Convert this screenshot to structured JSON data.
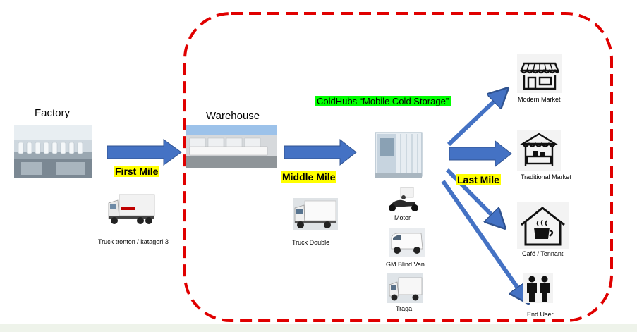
{
  "nodes": {
    "factory": "Factory",
    "warehouse": "Warehouse",
    "coldhubs": "ColdHubs “Mobile Cold Storage”"
  },
  "stages": {
    "first_mile": "First Mile",
    "middle_mile": "Middle Mile",
    "last_mile": "Last Mile"
  },
  "vehicles": {
    "truck_tronton_1": "Truck",
    "truck_tronton_2": "tronton",
    "truck_tronton_3": "/",
    "truck_tronton_4": "katagori",
    "truck_tronton_5": "3",
    "truck_double": "Truck Double",
    "motor": "Motor",
    "gm_blind_van": "GM Blind Van",
    "traga": "Traga"
  },
  "destinations": {
    "modern_market": "Modern Market",
    "traditional_market": "Traditional Market",
    "cafe": "Café / Tennant",
    "end_user": "End User"
  },
  "colors": {
    "arrow": "#4472c4",
    "arrow_border": "#2f528f",
    "boundary": "#e00000",
    "highlight_yellow": "#ffff00",
    "highlight_green": "#00ff00"
  }
}
